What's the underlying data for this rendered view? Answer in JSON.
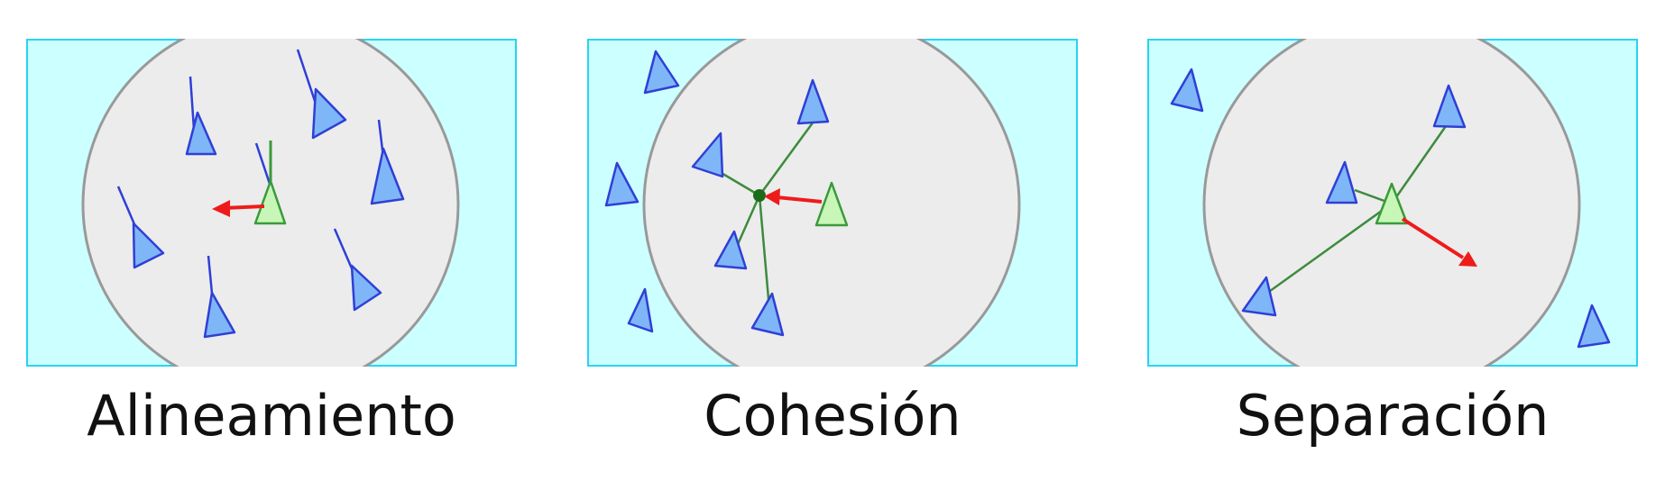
{
  "colors": {
    "background": "#ccffff",
    "frame": "#29d3f0",
    "circle_fill": "#ececec",
    "circle_stroke": "#999999",
    "boid_fill": "#7fb6f7",
    "boid_stroke": "#2f3fd6",
    "focus_fill": "#c8f5b8",
    "focus_stroke": "#3a9a3a",
    "link": "#3d8b3d",
    "arrow": "#ee1b1b"
  },
  "panels": [
    {
      "id": "alineamiento",
      "caption": "Alineamiento"
    },
    {
      "id": "cohesion",
      "caption": "Cohesión"
    },
    {
      "id": "separacion",
      "caption": "Separación"
    }
  ]
}
